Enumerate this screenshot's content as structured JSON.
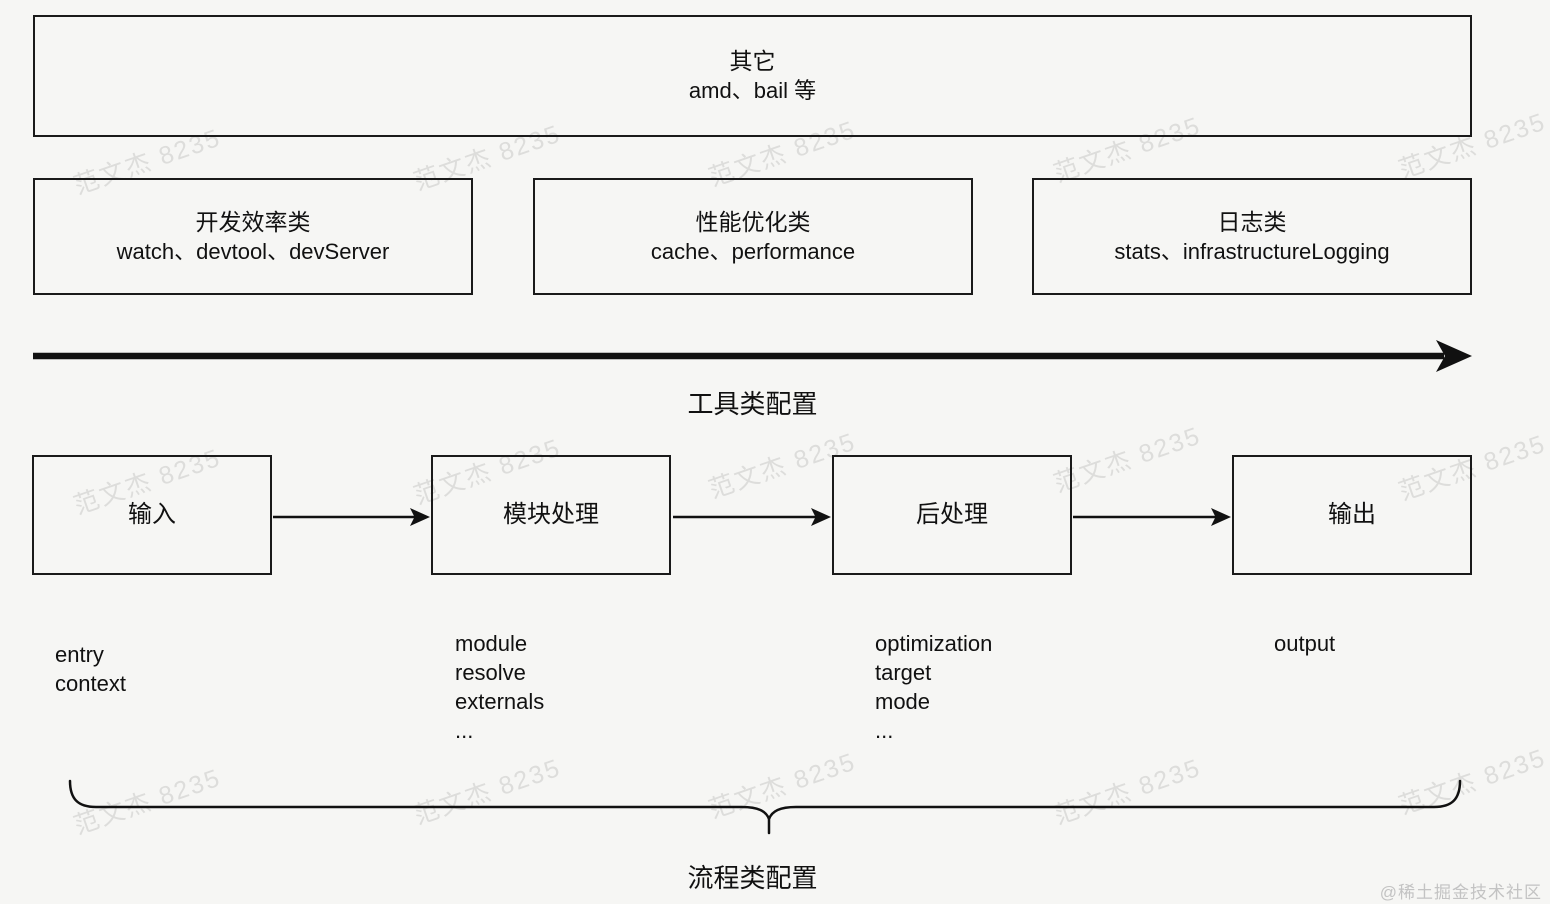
{
  "colors": {
    "background": "#f6f6f4",
    "line": "#1a1a1a",
    "watermark": "#d9d9d7",
    "footer": "#c3c3c3"
  },
  "watermark": {
    "text": "范文杰 8235"
  },
  "other_box": {
    "title": "其它",
    "subtitle": "amd、bail 等"
  },
  "category_boxes": [
    {
      "title": "开发效率类",
      "subtitle": "watch、devtool、devServer"
    },
    {
      "title": "性能优化类",
      "subtitle": "cache、performance"
    },
    {
      "title": "日志类",
      "subtitle": "stats、infrastructureLogging"
    }
  ],
  "tool_config_label": "工具类配置",
  "flow": {
    "nodes": [
      "输入",
      "模块处理",
      "后处理",
      "输出"
    ],
    "details": [
      [
        "entry",
        "context"
      ],
      [
        "module",
        "resolve",
        "externals",
        "..."
      ],
      [
        "optimization",
        "target",
        "mode",
        "..."
      ],
      [
        "output"
      ]
    ]
  },
  "process_config_label": "流程类配置",
  "footer_watermark": "@稀土掘金技术社区"
}
